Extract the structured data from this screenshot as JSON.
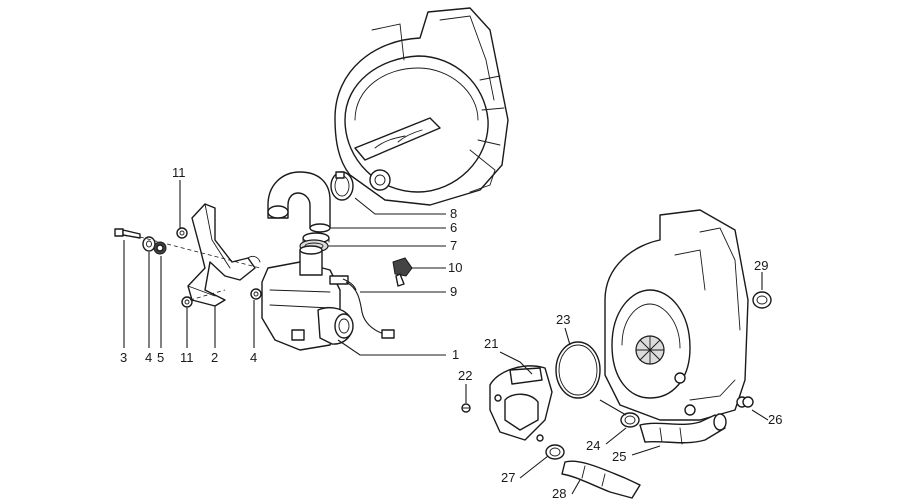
{
  "callouts": [
    {
      "id": "1",
      "label": "1"
    },
    {
      "id": "2",
      "label": "2"
    },
    {
      "id": "3",
      "label": "3"
    },
    {
      "id": "4a",
      "label": "4"
    },
    {
      "id": "4b",
      "label": "4"
    },
    {
      "id": "5",
      "label": "5"
    },
    {
      "id": "6",
      "label": "6"
    },
    {
      "id": "7",
      "label": "7"
    },
    {
      "id": "8",
      "label": "8"
    },
    {
      "id": "9",
      "label": "9"
    },
    {
      "id": "10",
      "label": "10"
    },
    {
      "id": "11a",
      "label": "11"
    },
    {
      "id": "11b",
      "label": "11"
    },
    {
      "id": "21",
      "label": "21"
    },
    {
      "id": "22",
      "label": "22"
    },
    {
      "id": "23",
      "label": "23"
    },
    {
      "id": "24",
      "label": "24"
    },
    {
      "id": "25",
      "label": "25"
    },
    {
      "id": "26",
      "label": "26"
    },
    {
      "id": "27",
      "label": "27"
    },
    {
      "id": "28",
      "label": "28"
    },
    {
      "id": "29",
      "label": "29"
    }
  ]
}
